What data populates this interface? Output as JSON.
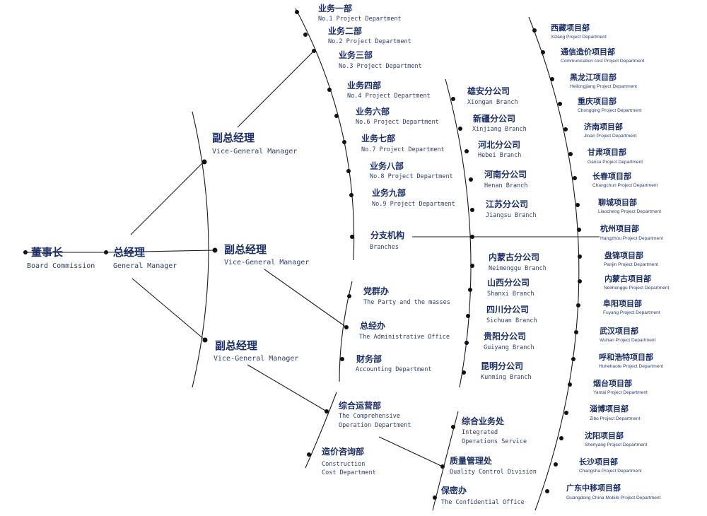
{
  "root": {
    "zh": "董事长",
    "en": "Board Commission"
  },
  "gm": {
    "zh": "总经理",
    "en": "General Manager"
  },
  "vgm": [
    {
      "zh": "副总经理",
      "en": "Vice-General Manager"
    },
    {
      "zh": "副总经理",
      "en": "Vice-General Manager"
    },
    {
      "zh": "副总经理",
      "en": "Vice-General Manager"
    }
  ],
  "business_departments": [
    {
      "zh": "业务一部",
      "en": "No.1 Project Department"
    },
    {
      "zh": "业务二部",
      "en": "No.2 Project Department"
    },
    {
      "zh": "业务三部",
      "en": "No.3 Project Department"
    },
    {
      "zh": "业务四部",
      "en": "No.4 Project Department"
    },
    {
      "zh": "业务六部",
      "en": "No.6 Project Department"
    },
    {
      "zh": "业务七部",
      "en": "No.7 Project Department"
    },
    {
      "zh": "业务八部",
      "en": "No.8 Project Department"
    },
    {
      "zh": "业务九部",
      "en": "No.9 Project Department"
    }
  ],
  "branches_hub": {
    "zh": "分支机构",
    "en": "Branches"
  },
  "offices": [
    {
      "zh": "党群办",
      "en": "The Party and the masses"
    },
    {
      "zh": "总经办",
      "en": "The Administrative Office"
    },
    {
      "zh": "财务部",
      "en": "Accounting Department"
    }
  ],
  "branches_top": [
    {
      "zh": "雄安分公司",
      "en": "Xiongan Branch"
    },
    {
      "zh": "新疆分公司",
      "en": "Xinjiang Branch"
    },
    {
      "zh": "河北分公司",
      "en": "Hebei Branch"
    },
    {
      "zh": "河南分公司",
      "en": "Henan Branch"
    },
    {
      "zh": "江苏分公司",
      "en": "Jiangsu Branch"
    }
  ],
  "branches_bottom": [
    {
      "zh": "内蒙古分公司",
      "en": "Neimenggu Branch"
    },
    {
      "zh": "山西分公司",
      "en": "Shanxi Branch"
    },
    {
      "zh": "四川分公司",
      "en": "Sichuan Branch"
    },
    {
      "zh": "贵阳分公司",
      "en": "Guiyang Branch"
    },
    {
      "zh": "昆明分公司",
      "en": "Kunming Branch"
    }
  ],
  "comprehensive": {
    "zh": "综合运营部",
    "en1": "The Comprehensive",
    "en2": "Operation Department"
  },
  "cost_consult": {
    "zh": "造价咨询部",
    "en1": "Construction",
    "en2": "Cost Department"
  },
  "services": [
    {
      "zh": "综合业务处",
      "en1": "Integrated",
      "en2": "Operations Service"
    },
    {
      "zh": "质量管理处",
      "en1": "Quality Control Division",
      "en2": ""
    },
    {
      "zh": "保密办",
      "en1": "The Confidential Office",
      "en2": ""
    }
  ],
  "projects": [
    {
      "zh": "西藏项目部",
      "en": "Xizang Project Department"
    },
    {
      "zh": "通信造价项目部",
      "en": "Communication cost Project Department"
    },
    {
      "zh": "黑龙江项目部",
      "en": "Heilongjiang Project Department"
    },
    {
      "zh": "重庆项目部",
      "en": "Chongqing Project Department"
    },
    {
      "zh": "济南项目部",
      "en": "Jinan Project Department"
    },
    {
      "zh": "甘肃项目部",
      "en": "Gansu Project Department"
    },
    {
      "zh": "长春项目部",
      "en": "Changchun Project Department"
    },
    {
      "zh": "聊城项目部",
      "en": "Liaocheng Project Department"
    },
    {
      "zh": "杭州项目部",
      "en": "Hangzhou Project Department"
    },
    {
      "zh": "盘锦项目部",
      "en": "Panjin Project Department"
    },
    {
      "zh": "内蒙古项目部",
      "en": "Neimenggu Project Department"
    },
    {
      "zh": "阜阳项目部",
      "en": "Fuyang Project Department"
    },
    {
      "zh": "武汉项目部",
      "en": "Wuhan Project Department"
    },
    {
      "zh": "呼和浩特项目部",
      "en": "Huhehaote Project Department"
    },
    {
      "zh": "烟台项目部",
      "en": "Yantai Project Department"
    },
    {
      "zh": "淄博项目部",
      "en": "Zibo Project Department"
    },
    {
      "zh": "沈阳项目部",
      "en": "Shenyang Project Department"
    },
    {
      "zh": "长沙项目部",
      "en": "Changsha Project Department"
    },
    {
      "zh": "广东中移项目部",
      "en": "Guangdong China Mobile Project Department"
    }
  ]
}
